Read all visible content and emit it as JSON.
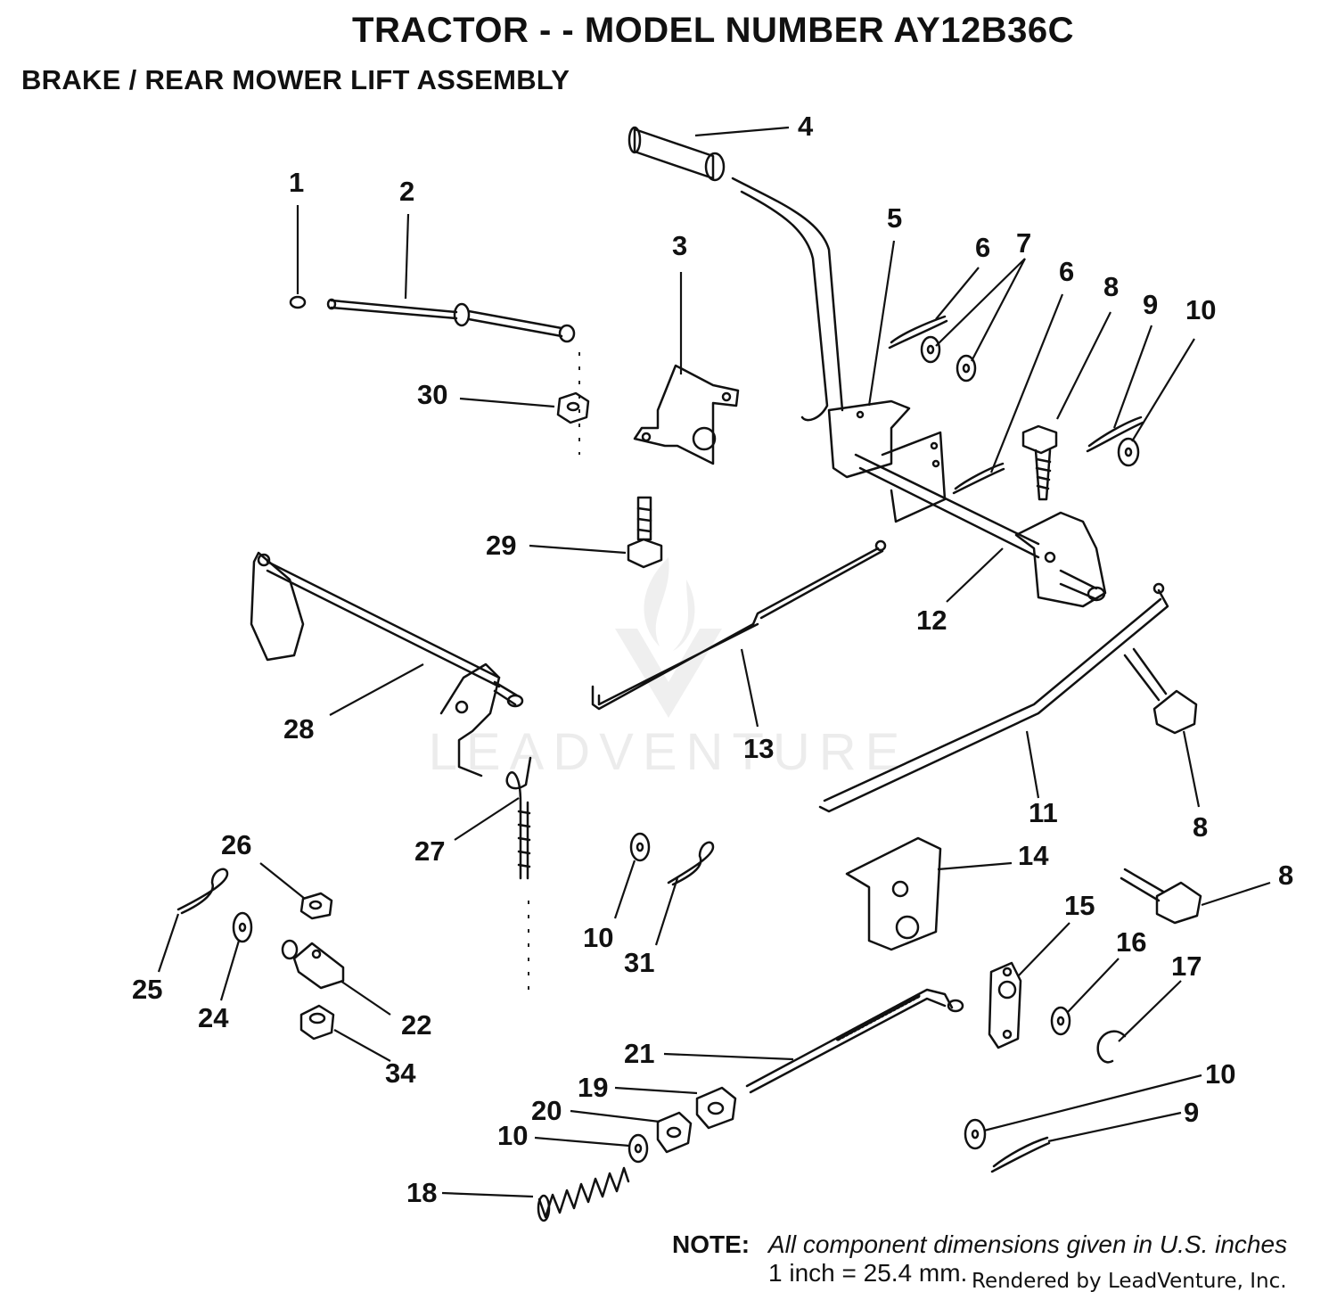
{
  "header": {
    "title": "TRACTOR - - MODEL NUMBER AY12B36C",
    "subtitle": "BRAKE / REAR MOWER LIFT ASSEMBLY"
  },
  "callouts": [
    {
      "id": "c1",
      "label": "1"
    },
    {
      "id": "c2",
      "label": "2"
    },
    {
      "id": "c3",
      "label": "3"
    },
    {
      "id": "c4",
      "label": "4"
    },
    {
      "id": "c5",
      "label": "5"
    },
    {
      "id": "c6a",
      "label": "6"
    },
    {
      "id": "c7",
      "label": "7"
    },
    {
      "id": "c6b",
      "label": "6"
    },
    {
      "id": "c8a",
      "label": "8"
    },
    {
      "id": "c9a",
      "label": "9"
    },
    {
      "id": "c10a",
      "label": "10"
    },
    {
      "id": "c30",
      "label": "30"
    },
    {
      "id": "c29",
      "label": "29"
    },
    {
      "id": "c12",
      "label": "12"
    },
    {
      "id": "c28",
      "label": "28"
    },
    {
      "id": "c13",
      "label": "13"
    },
    {
      "id": "c11",
      "label": "11"
    },
    {
      "id": "c8b",
      "label": "8"
    },
    {
      "id": "c27",
      "label": "27"
    },
    {
      "id": "c26",
      "label": "26"
    },
    {
      "id": "c14",
      "label": "14"
    },
    {
      "id": "c8c",
      "label": "8"
    },
    {
      "id": "c10b",
      "label": "10"
    },
    {
      "id": "c31",
      "label": "31"
    },
    {
      "id": "c15",
      "label": "15"
    },
    {
      "id": "c16",
      "label": "16"
    },
    {
      "id": "c17",
      "label": "17"
    },
    {
      "id": "c25",
      "label": "25"
    },
    {
      "id": "c24",
      "label": "24"
    },
    {
      "id": "c22",
      "label": "22"
    },
    {
      "id": "c34",
      "label": "34"
    },
    {
      "id": "c21",
      "label": "21"
    },
    {
      "id": "c19",
      "label": "19"
    },
    {
      "id": "c20",
      "label": "20"
    },
    {
      "id": "c10c",
      "label": "10"
    },
    {
      "id": "c10d",
      "label": "10"
    },
    {
      "id": "c9b",
      "label": "9"
    },
    {
      "id": "c18",
      "label": "18"
    }
  ],
  "note": {
    "label": "NOTE:",
    "line1": "All component dimensions given in U.S. inches",
    "line2": "1 inch = 25.4 mm."
  },
  "footer": {
    "rendered_by": "Rendered by LeadVenture, Inc."
  },
  "watermark": {
    "text": "LEADVENTURE"
  }
}
